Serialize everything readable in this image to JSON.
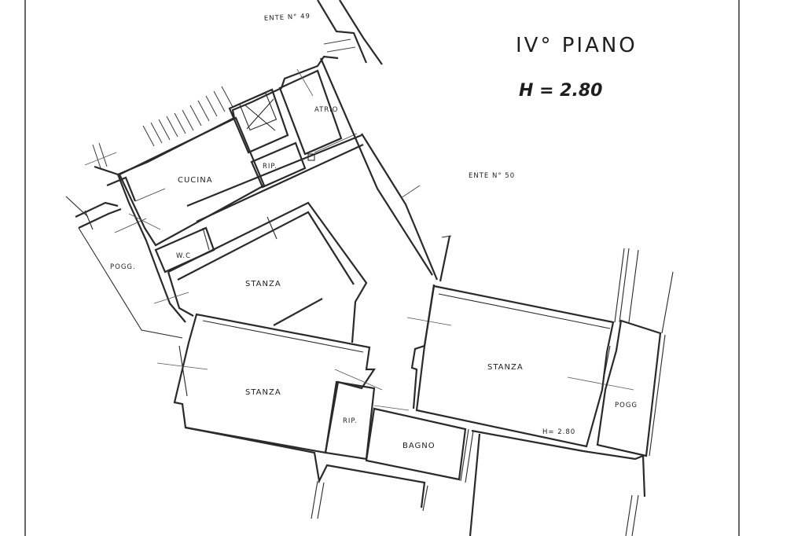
{
  "title": "IV° PIANO",
  "height_label": "H = 2.80",
  "adjacent_units": {
    "ente_49": "ENTE N° 49",
    "ente_50": "ENTE N° 50"
  },
  "rooms": {
    "atrio": "ATRIO",
    "rip_upper": "RIP.",
    "cucina": "CUCINA",
    "wc": "W.C",
    "stanza_center": "STANZA",
    "pogg_left": "POGG.",
    "stanza_lower_left": "STANZA",
    "rip_lower": "RIP.",
    "bagno": "BAGNO",
    "stanza_right": "STANZA",
    "pogg_right": "POGG",
    "room_height": "H= 2.80"
  }
}
